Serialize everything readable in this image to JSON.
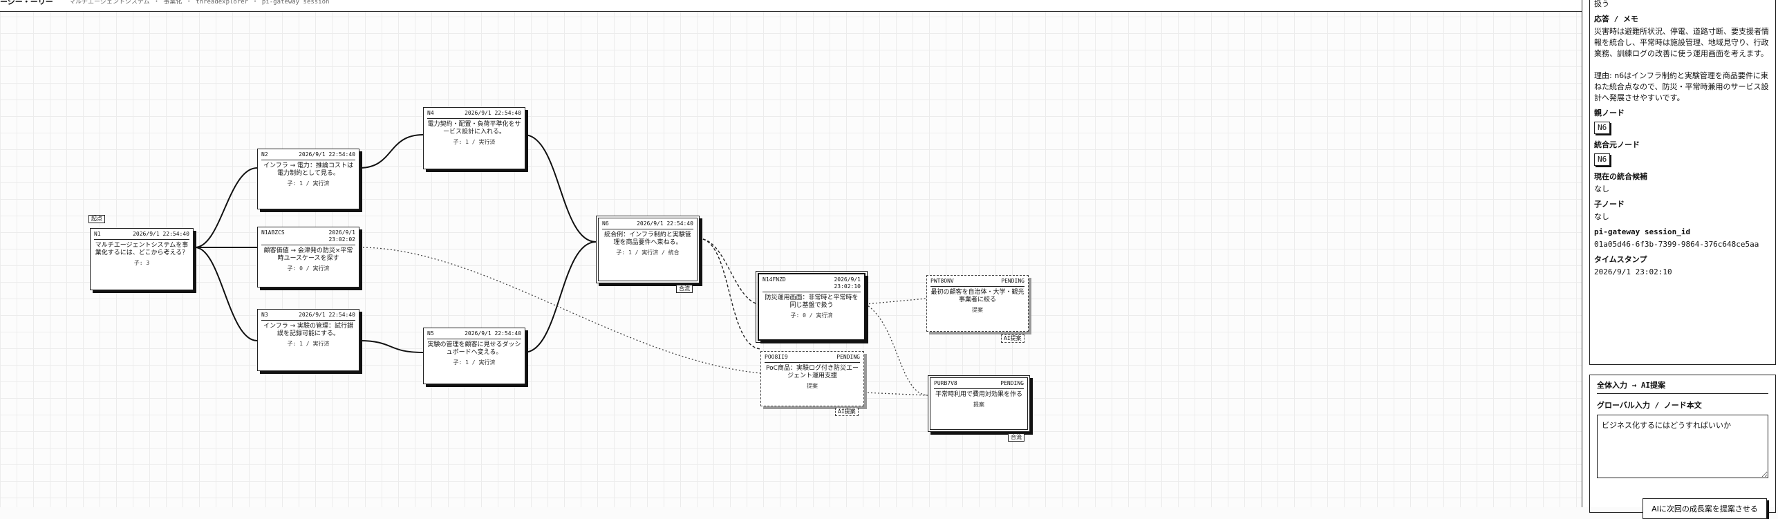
{
  "topbar": {
    "app": "ーシー・ーリー",
    "breadcrumb": "マルチエージェントシステム ・ 事業化 ・ threadexplorer ・ pi-gateway session"
  },
  "nodes": {
    "n1": {
      "id": "N1",
      "ts": "2026/9/1 22:54:40",
      "text": "マルチエージェントシステムを事業化するには、どこから考える？",
      "foot": "子: 3"
    },
    "n2": {
      "id": "N2",
      "ts": "2026/9/1 22:54:40",
      "text": "インフラ → 電力：推論コストは電力制約として見る。",
      "foot": "子: 1 / 実行済"
    },
    "nab": {
      "id": "N1ABZCS",
      "ts": "2026/9/1 23:02:02",
      "text": "顧客価値 → 会津発の防災×平常時ユースケースを探す",
      "foot": "子: 0 / 実行済"
    },
    "n3": {
      "id": "N3",
      "ts": "2026/9/1 22:54:40",
      "text": "インフラ → 実験の管理：試行錯誤を記録可能にする。",
      "foot": "子: 1 / 実行済"
    },
    "n4": {
      "id": "N4",
      "ts": "2026/9/1 22:54:40",
      "text": "電力契約・配置・負荷平準化をサービス設計に入れる。",
      "foot": "子: 1 / 実行済"
    },
    "n5": {
      "id": "N5",
      "ts": "2026/9/1 22:54:40",
      "text": "実験の管理を顧客に見せるダッシュボードへ変える。",
      "foot": "子: 1 / 実行済"
    },
    "n6": {
      "id": "N6",
      "ts": "2026/9/1 22:54:40",
      "text": "統合例：インフラ制約と実験管理を商品要件へ束ねる。",
      "foot": "子: 1 / 実行済 / 統合"
    },
    "n14": {
      "id": "N14FNZD",
      "ts": "2026/9/1 23:02:10",
      "text": "防災運用画面：非常時と平常時を同じ基盤で扱う",
      "foot": "子: 0 / 実行済"
    },
    "poo": {
      "id": "POO8II9",
      "ts": "PENDING",
      "text": "PoC商品：実験ログ付き防災エージェント運用支援",
      "foot": "提案"
    },
    "pwt": {
      "id": "PWT8ONV",
      "ts": "PENDING",
      "text": "最初の顧客を自治体・大学・観光事業者に絞る",
      "foot": "提案"
    },
    "pur": {
      "id": "PURB7V8",
      "ts": "PENDING",
      "text": "平常時利用で費用対効果を作る",
      "foot": "提案"
    }
  },
  "tags": {
    "start": "起点",
    "merge_n6": "合流",
    "ai_pwt": "AI提案",
    "ai_poo": "AI提案",
    "merge_pur": "合流"
  },
  "detail": {
    "top_text": "扱う",
    "memo_label": "応答 / メモ",
    "memo_text": "災害時は避難所状況、停電、道路寸断、要支援者情報を統合し、平常時は施設管理、地域見守り、行政業務、訓練ログの改善に使う運用画面を考えます。",
    "reason_text": "理由: n6はインフラ制約と実験管理を商品要件に束ねた統合点なので、防災・平常時兼用のサービス設計へ発展させやすいです。",
    "parent_label": "親ノード",
    "parent_value": "N6",
    "merge_src_label": "統合元ノード",
    "merge_src_value": "N6",
    "candidates_label": "現在の統合候補",
    "candidates_value": "なし",
    "children_label": "子ノード",
    "children_value": "なし",
    "session_label": "pi-gateway session_id",
    "session_value": "01a05d46-6f3b-7399-9864-376c648ce5aa",
    "timestamp_label": "タイムスタンプ",
    "timestamp_value": "2026/9/1 23:02:10"
  },
  "input": {
    "title": "全体入力 → AI提案",
    "label": "グローバル入力 / ノード本文",
    "value": "ビジネス化するにはどうすればいいか",
    "button": "AIに次回の成長案を提案させる"
  }
}
